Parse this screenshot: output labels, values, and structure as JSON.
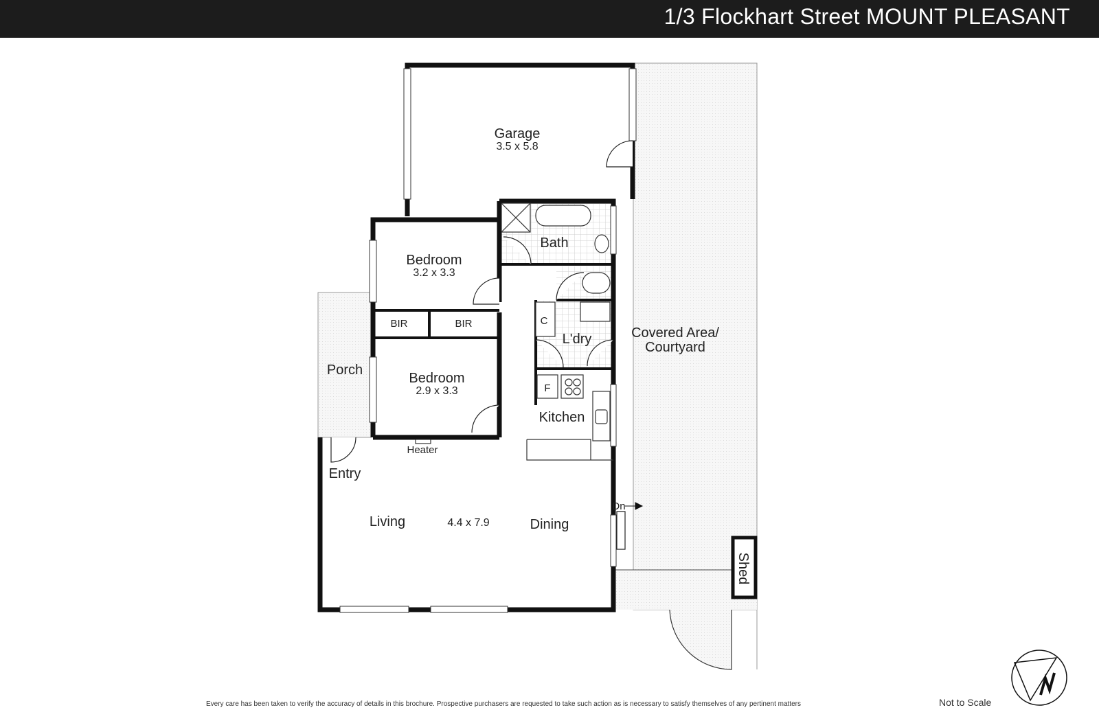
{
  "header": {
    "title": "1/3 Flockhart Street MOUNT PLEASANT"
  },
  "rooms": {
    "garage": {
      "name": "Garage",
      "size": "3.5 x 5.8"
    },
    "bath": {
      "name": "Bath"
    },
    "bedroom1": {
      "name": "Bedroom",
      "size": "3.2 x 3.3"
    },
    "bir1": {
      "name": "BIR"
    },
    "bir2": {
      "name": "BIR"
    },
    "cupboard": {
      "name": "C"
    },
    "laundry": {
      "name": "L'dry"
    },
    "fridge": {
      "name": "F"
    },
    "kitchen": {
      "name": "Kitchen"
    },
    "bedroom2": {
      "name": "Bedroom",
      "size": "2.9 x 3.3"
    },
    "porch": {
      "name": "Porch"
    },
    "heater": {
      "name": "Heater"
    },
    "entry": {
      "name": "Entry"
    },
    "living": {
      "name": "Living",
      "size": "4.4 x 7.9"
    },
    "dining": {
      "name": "Dining"
    },
    "steps": {
      "name": "Dn"
    },
    "courtyard": {
      "name_line1": "Covered Area/",
      "name_line2": "Courtyard"
    },
    "shed": {
      "name": "Shed"
    }
  },
  "footer": {
    "disclaimer": "Every care has been taken to verify the accuracy of details in this brochure. Prospective purchasers are requested to take such action as is necessary to satisfy themselves of any pertinent matters",
    "scale_note": "Not to Scale"
  },
  "compass": {
    "icon": "north-arrow-icon"
  }
}
